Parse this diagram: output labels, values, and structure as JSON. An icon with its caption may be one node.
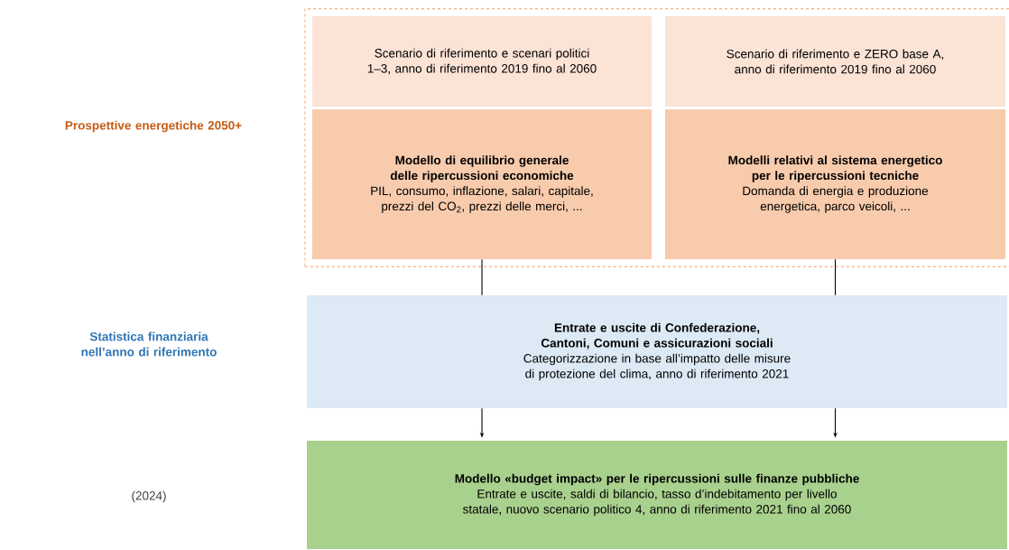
{
  "diagram": {
    "nodes": [
      {
        "text": [],
        "shape": "box"
      },
      {
        "text": [
          "Scenario di riferimento e scenari politici 1–3, anno di riferimento 2019 fino al 2060"
        ],
        "in": 0
      },
      {
        "text": [
          "Scenario di riferimento e ZERO base A, anno di riferimento 2019 fino al 2060"
        ],
        "in": 0
      },
      {
        "text": [
          "Modello di equilibrio generale delle ripercussioni economiche",
          "PIL, consumo, inflazione, salari, capitale, prezzi del CO$_{2}$, prezzi delle merci, ..."
        ],
        "in": 0
      },
      {
        "text": [
          "Modelli relativi al sistema energetico per le ripercussioni tecniche",
          "Domanda di energia e produzione energetica, parco veicoli, ..."
        ],
        "in": 0
      },
      {
        "text": [
          "Entrate e uscite di Confederazione, Cantoni, Comuni e assicurazioni sociali",
          "Categorizzazione in base all’impatto delle misure di protezione del clima, anno di riferimento 2021"
        ]
      },
      {
        "text": [
          "Modello «budget impact» per le ripercussioni sulle finanze pubbliche",
          "Entrate e uscite, saldi di bilancio, tasso d’indebitamento per livello statale, nuovo scenario politico 4, anno di riferimento 2021 fino al 2060"
        ]
      }
    ],
    "edges": [
      {
        "from": 3,
        "to": 5,
        "arrow": "none"
      },
      {
        "from": 4,
        "to": 5,
        "arrow": "none"
      },
      {
        "from": 5,
        "to": 6,
        "arrow": "to"
      },
      {
        "from": 5,
        "to": 6,
        "arrow": "to"
      }
    ],
    "labels": [
      "Prospettive energetiche 2050+",
      "Statistica finanziaria nell’anno di riferimento",
      "(2024)"
    ]
  }
}
